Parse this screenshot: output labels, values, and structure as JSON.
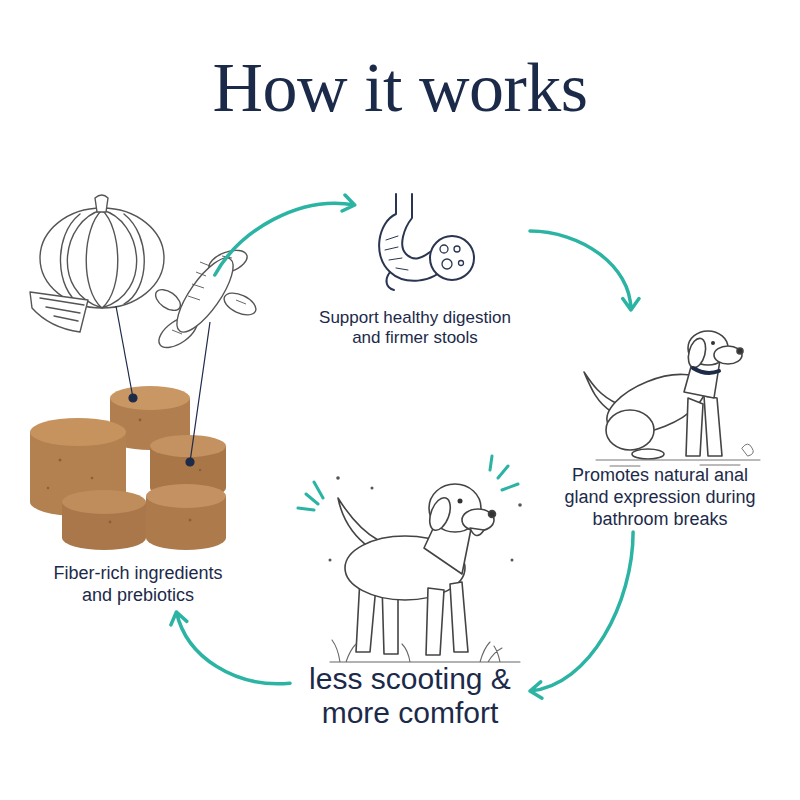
{
  "diagram": {
    "title": "How it works",
    "nodes": [
      {
        "text": [
          "Fiber-rich ingredients and prebiotics"
        ]
      },
      {
        "text": [
          "Support healthy digestion and firmer stools"
        ]
      },
      {
        "text": [
          "Promotes natural anal gland expression during bathroom breaks"
        ]
      },
      {
        "text": [
          "less scooting & more comfort"
        ]
      }
    ],
    "edges": [
      {
        "from": 0,
        "to": 1,
        "arrow": "to"
      },
      {
        "from": 1,
        "to": 2,
        "arrow": "to"
      },
      {
        "from": 2,
        "to": 3,
        "arrow": "to"
      },
      {
        "from": 3,
        "to": 0,
        "arrow": "to"
      }
    ]
  }
}
